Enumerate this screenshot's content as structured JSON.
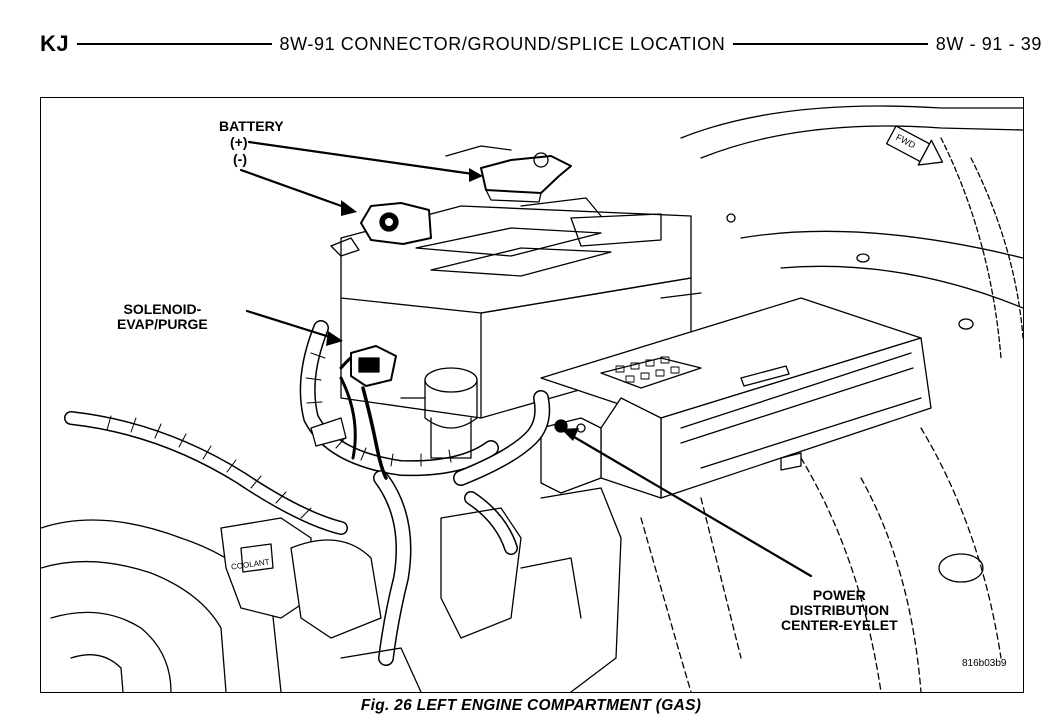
{
  "header": {
    "model": "KJ",
    "title": "8W-91 CONNECTOR/GROUND/SPLICE LOCATION",
    "page": "8W - 91 - 39"
  },
  "figure": {
    "labels": {
      "battery": "BATTERY",
      "battery_pos": "(+)",
      "battery_neg": "(-)",
      "solenoid_line1": "SOLENOID-",
      "solenoid_line2": "EVAP/PURGE",
      "pdc_line1": "POWER",
      "pdc_line2": "DISTRIBUTION",
      "pdc_line3": "CENTER-EYELET",
      "fwd": "FWD",
      "coolant": "COOLANT"
    },
    "code": "816b03b9"
  },
  "caption": "Fig. 26 LEFT ENGINE COMPARTMENT (GAS)"
}
